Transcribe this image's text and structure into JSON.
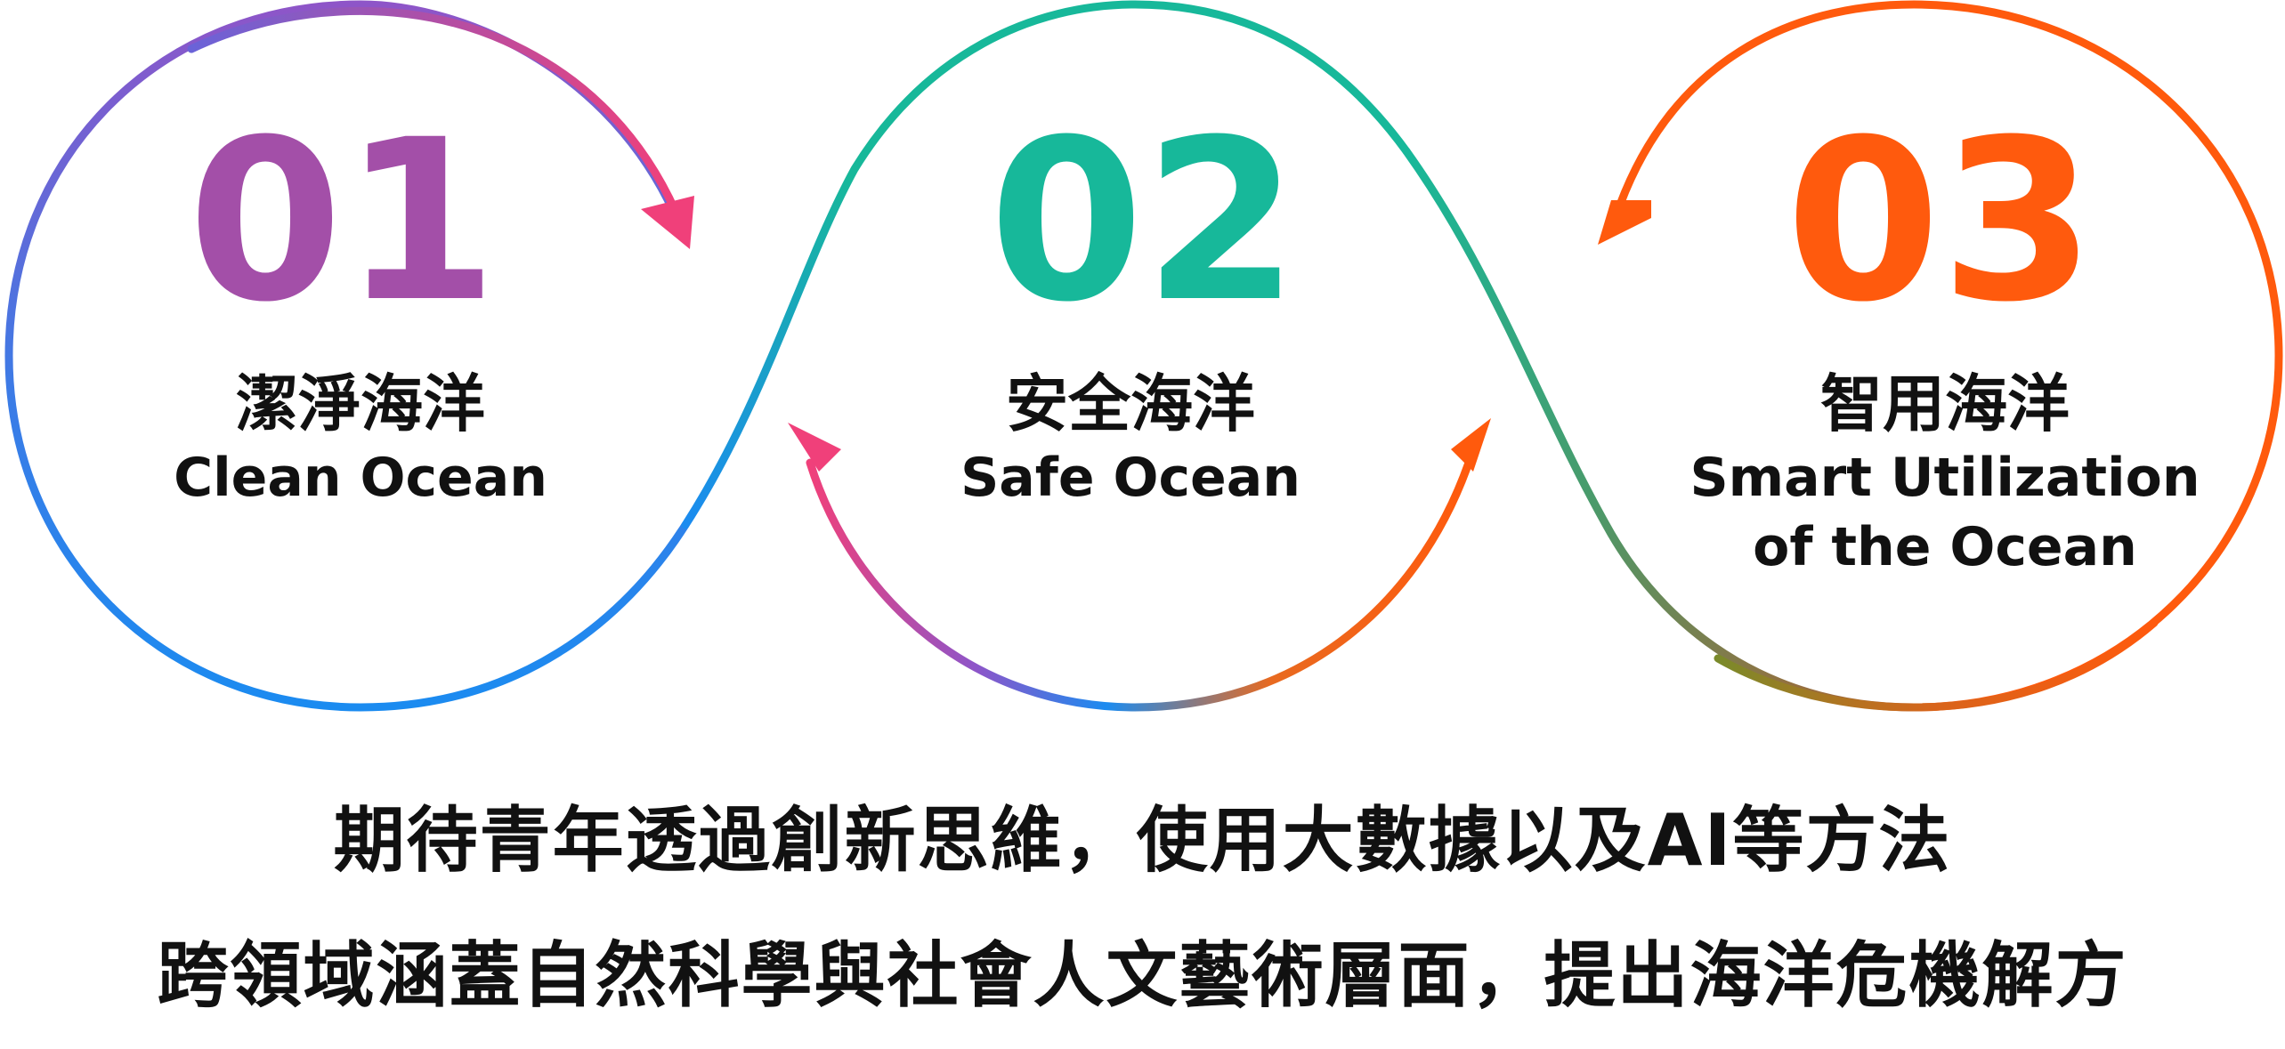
{
  "steps": [
    {
      "number": "01",
      "title_zh": "潔淨海洋",
      "title_en": "Clean Ocean",
      "title_en_2": "",
      "color": "#A34FA8"
    },
    {
      "number": "02",
      "title_zh": "安全海洋",
      "title_en": "Safe Ocean",
      "title_en_2": "",
      "color": "#17B89A"
    },
    {
      "number": "03",
      "title_zh": "智用海洋",
      "title_en": "Smart Utilization",
      "title_en_2": "of the Ocean",
      "color": "#FF5A0D"
    }
  ],
  "description": {
    "line1": "期待青年透過創新思維，使用大數據以及AI等方法",
    "line2": "跨領域涵蓋自然科學與社會人文藝術層面，提出海洋危機解方"
  },
  "colors": {
    "blue": "#1B8BF0",
    "purple": "#8E55C8",
    "pink": "#F0407A",
    "teal": "#17B89A",
    "orange": "#FF5A0D",
    "olive": "#7A8A2A"
  }
}
